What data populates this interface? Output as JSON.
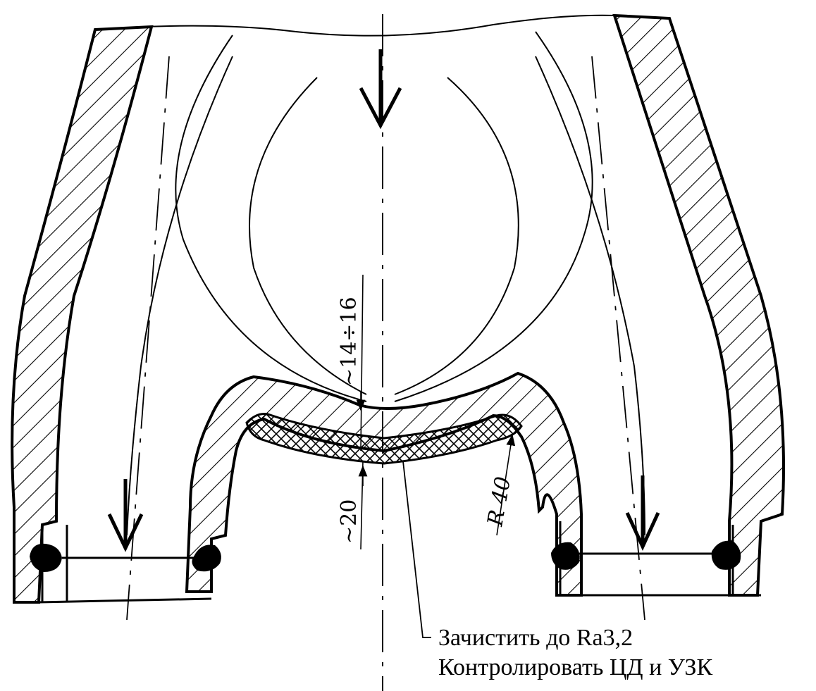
{
  "dimensions": {
    "wall_thickness": "~14÷16",
    "overlay_thickness": "~20",
    "radius": "R 40"
  },
  "notes": {
    "line1": "Зачистить до Ra3,2",
    "line2": "Контролировать ЦД и УЗК"
  },
  "colors": {
    "ink": "#000000",
    "paper": "#ffffff"
  }
}
